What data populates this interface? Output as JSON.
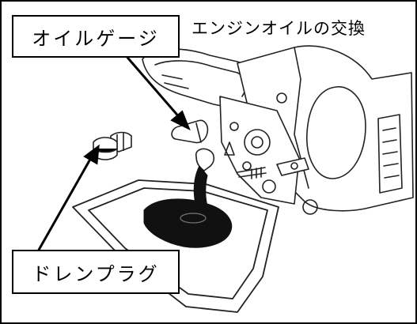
{
  "caption": "エンジンオイルの交換",
  "labels": {
    "oil_gauge": "オイルゲージ",
    "drain_plug": "ドレンプラグ"
  },
  "colors": {
    "line": "#000000",
    "oil": "#111111",
    "background": "#ffffff"
  },
  "icons": {
    "engine": "engine-illustration",
    "drain_plug": "bolt-icon",
    "oil_pan": "tray-icon"
  }
}
